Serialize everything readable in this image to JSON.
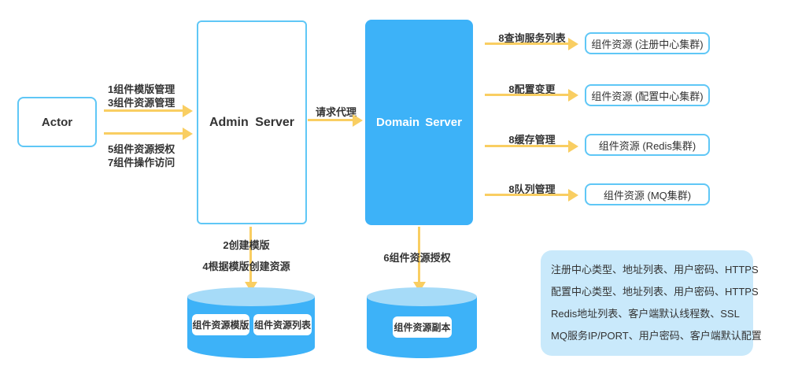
{
  "colors": {
    "primary_blue": "#3DB2F8",
    "border_blue": "#5FC7F6",
    "cylinder_top_blue": "#A6DBF8",
    "note_background": "#C9E9FB",
    "arrow_yellow": "#F9CE62",
    "text": "#333333"
  },
  "nodes": {
    "actor": "Actor",
    "admin_server": "Admin Server",
    "domain_server": "Domain Server"
  },
  "actor_admin_flows": {
    "top_line1": "1组件模版管理",
    "top_line2": "3组件资源管理",
    "bottom_line1": "5组件资源授权",
    "bottom_line2": "7组件操作访问"
  },
  "proxy_flow": {
    "label": "请求代理"
  },
  "right_flows": [
    {
      "label": "8查询服务列表",
      "target": "组件资源 (注册中心集群)"
    },
    {
      "label": "8配置变更",
      "target": "组件资源 (配置中心集群)"
    },
    {
      "label": "8缓存管理",
      "target": "组件资源 (Redis集群)"
    },
    {
      "label": "8队列管理",
      "target": "组件资源 (MQ集群)"
    }
  ],
  "admin_db_flow": {
    "line1": "2创建模版",
    "line2": "4根据模版创建资源"
  },
  "admin_db": {
    "item1": "组件资源模版",
    "item2": "组件资源列表"
  },
  "domain_db_flow": {
    "label": "6组件资源授权"
  },
  "domain_db": {
    "item1": "组件资源副本"
  },
  "config_note": {
    "line1": "注册中心类型、地址列表、用户密码、HTTPS",
    "line2": "配置中心类型、地址列表、用户密码、HTTPS",
    "line3": "Redis地址列表、客户端默认线程数、SSL",
    "line4": "MQ服务IP/PORT、用户密码、客户端默认配置"
  }
}
